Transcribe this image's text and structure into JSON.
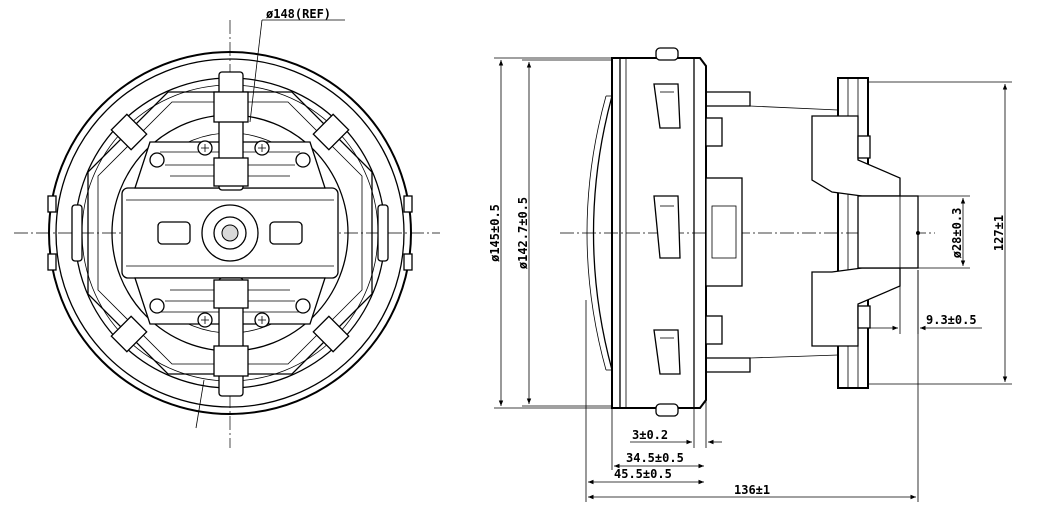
{
  "dimensions": {
    "front_diameter_ref": "ø148(REF)",
    "outer_diameter": "ø145±0.5",
    "inner_diameter": "ø142.7±0.5",
    "shaft_diameter": "ø28±0.3",
    "mount_height": "127±1",
    "shaft_offset": "9.3±0.5",
    "cap_thickness": "3±0.2",
    "depth_inner": "34.5±0.5",
    "depth_outer": "45.5±0.5",
    "overall_length": "136±1"
  }
}
